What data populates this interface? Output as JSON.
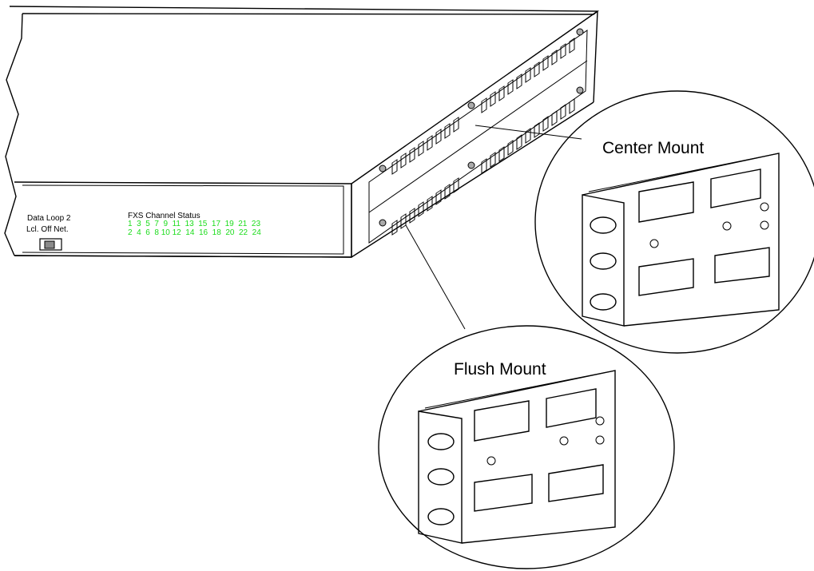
{
  "front_panel": {
    "data_loop_label": "Data Loop 2",
    "switch_positions": "Lcl.  Off  Net.",
    "status_title": "FXS Channel Status",
    "odd_channels": "1  3  5  7  9  11  13  15  17  19  21  23",
    "even_channels": "2  4  6  8 10 12  14  16  18  20  22  24"
  },
  "callouts": {
    "center": "Center Mount",
    "flush": "Flush Mount"
  },
  "colors": {
    "led_text": "#1bdc1b",
    "line": "#000000"
  }
}
